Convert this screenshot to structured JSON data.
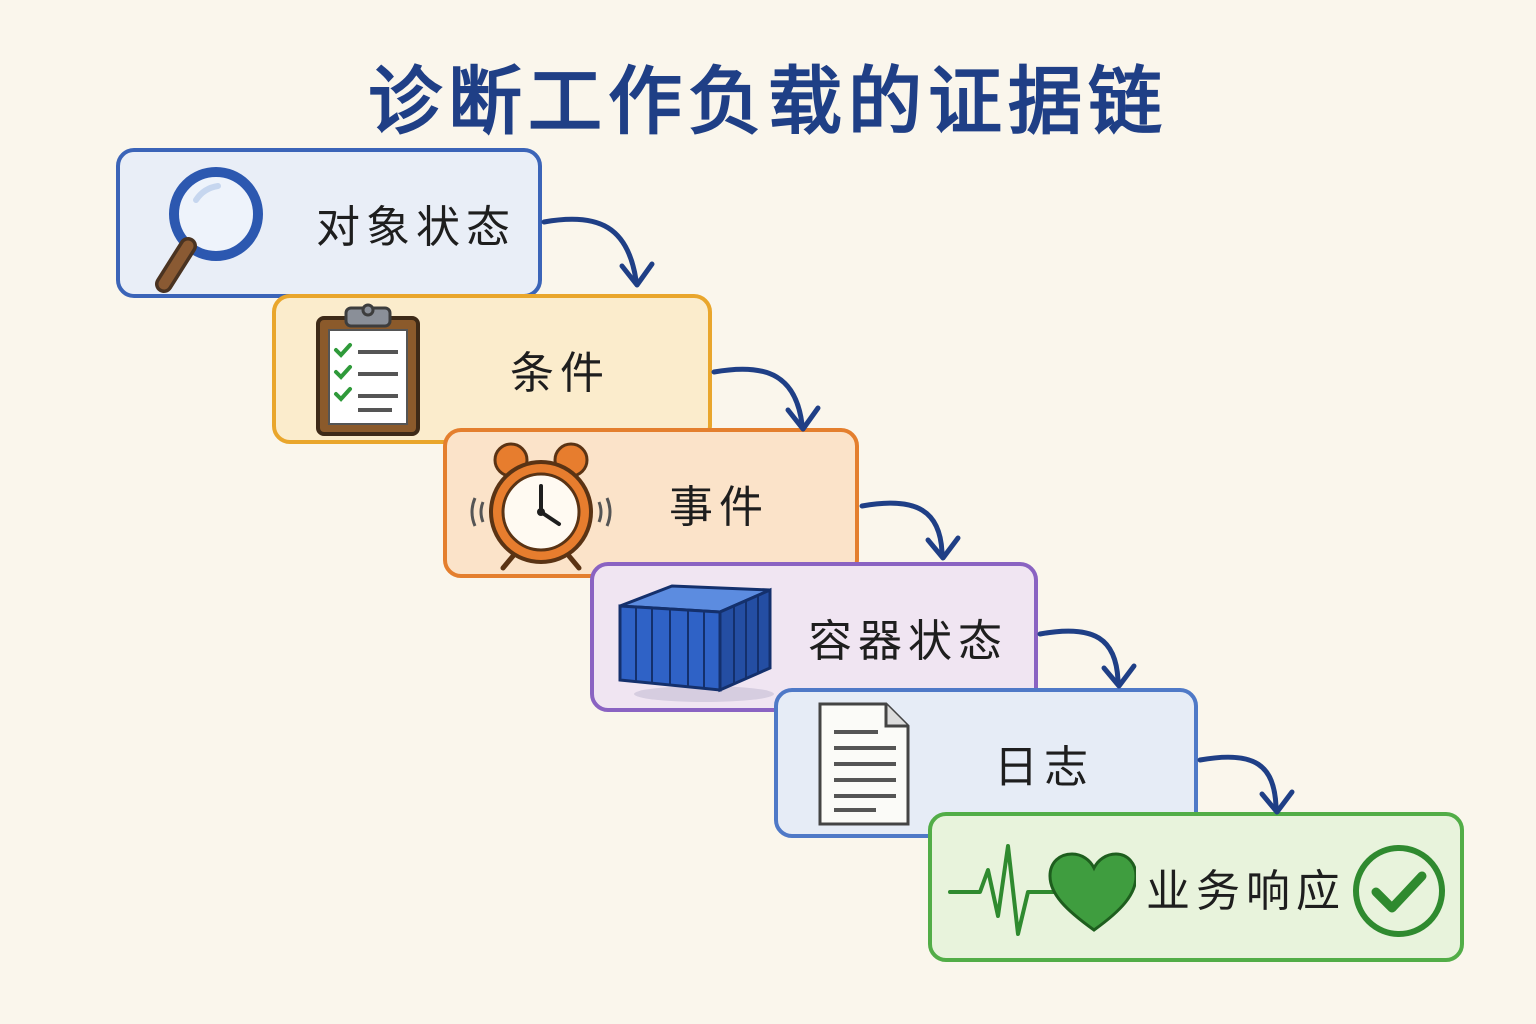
{
  "title": "诊断工作负载的证据链",
  "colors": {
    "title": "#1f3f86",
    "arrow": "#1f3f86"
  },
  "steps": [
    {
      "id": "object-state",
      "label": "对象状态",
      "icon": "magnifier-icon",
      "border": "#3b64b8",
      "fill": "#e9eef7"
    },
    {
      "id": "conditions",
      "label": "条件",
      "icon": "clipboard-checklist-icon",
      "border": "#e9a62c",
      "fill": "#fbeccc"
    },
    {
      "id": "events",
      "label": "事件",
      "icon": "alarm-clock-icon",
      "border": "#e47f2e",
      "fill": "#fbe3c9"
    },
    {
      "id": "container-state",
      "label": "容器状态",
      "icon": "shipping-container-icon",
      "border": "#8a63c2",
      "fill": "#f0e5f2"
    },
    {
      "id": "logs",
      "label": "日志",
      "icon": "document-icon",
      "border": "#4f79c7",
      "fill": "#e6ecf6"
    },
    {
      "id": "business-response",
      "label": "业务响应",
      "icon": "heartbeat-icon",
      "border": "#52ad47",
      "fill": "#e8f3dc",
      "status_icon": "check-circle-icon"
    }
  ]
}
